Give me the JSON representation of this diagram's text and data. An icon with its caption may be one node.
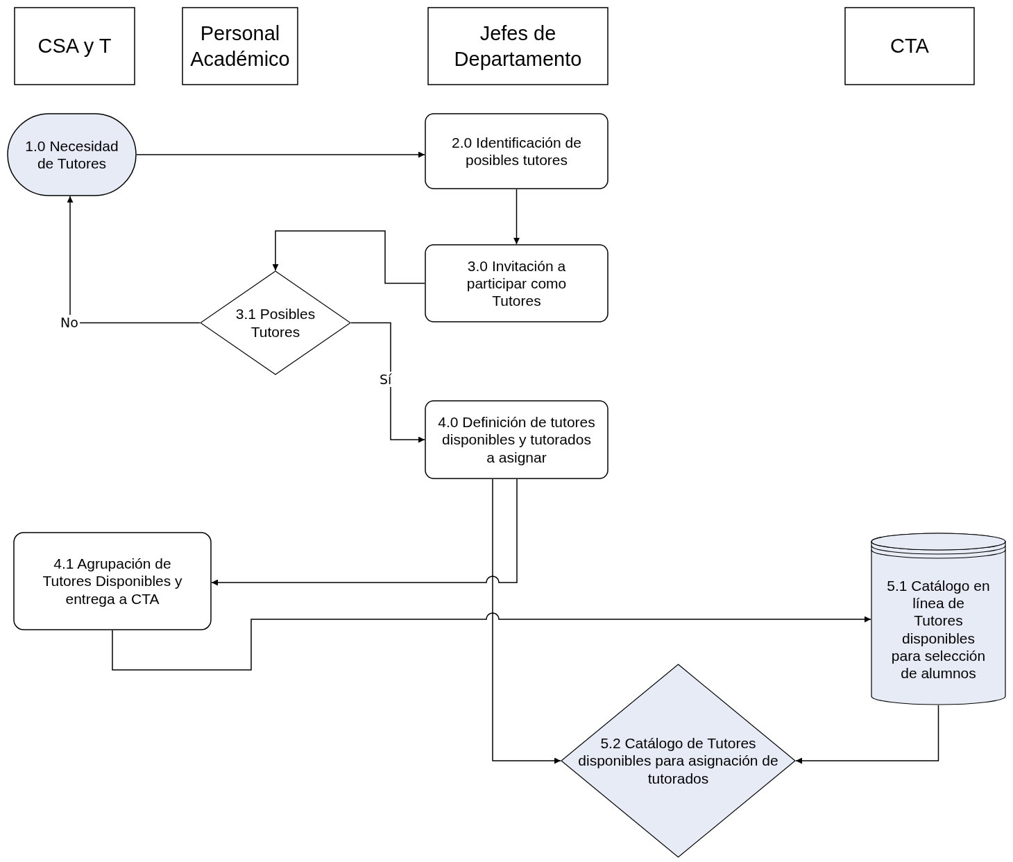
{
  "diagram": {
    "nodes": [
      {
        "text": [
          "CSA y T"
        ]
      },
      {
        "text": [
          "Personal Académico"
        ]
      },
      {
        "text": [
          "Jefes de Departamento"
        ]
      },
      {
        "text": [
          "CTA"
        ]
      },
      {
        "text": [
          "1.0 Necesidad de Tutores"
        ]
      },
      {
        "text": [
          "2.0 Identificación de posibles tutores"
        ]
      },
      {
        "text": [
          "3.0 Invitación a participar como Tutores"
        ]
      },
      {
        "text": [
          "3.1 Posibles Tutores"
        ]
      },
      {
        "text": [
          "4.0 Definición de tutores disponibles y tutorados a asignar"
        ]
      },
      {
        "text": [
          "4.1 Agrupación de Tutores Disponibles y entrega a CTA"
        ]
      },
      {
        "text": [
          "5.1 Catálogo en línea de Tutores disponibles para selección de alumnos"
        ]
      },
      {
        "text": [
          "5.2 Catálogo de Tutores disponibles para asignación de tutorados"
        ]
      }
    ],
    "edges": [
      {
        "from": 4,
        "to": 5,
        "arrow": "to"
      },
      {
        "from": 5,
        "to": 6,
        "arrow": "to"
      },
      {
        "from": 6,
        "to": 7,
        "arrow": "to"
      },
      {
        "from": 7,
        "to": 4,
        "arrow": "to",
        "label": "No"
      },
      {
        "from": 7,
        "to": 8,
        "arrow": "to",
        "label": "Sí"
      },
      {
        "from": 8,
        "to": 11,
        "arrow": "to"
      },
      {
        "from": 8,
        "to": 9,
        "arrow": "to"
      },
      {
        "from": 9,
        "to": 10,
        "arrow": "to"
      },
      {
        "from": 10,
        "to": 11,
        "arrow": "to"
      }
    ]
  }
}
